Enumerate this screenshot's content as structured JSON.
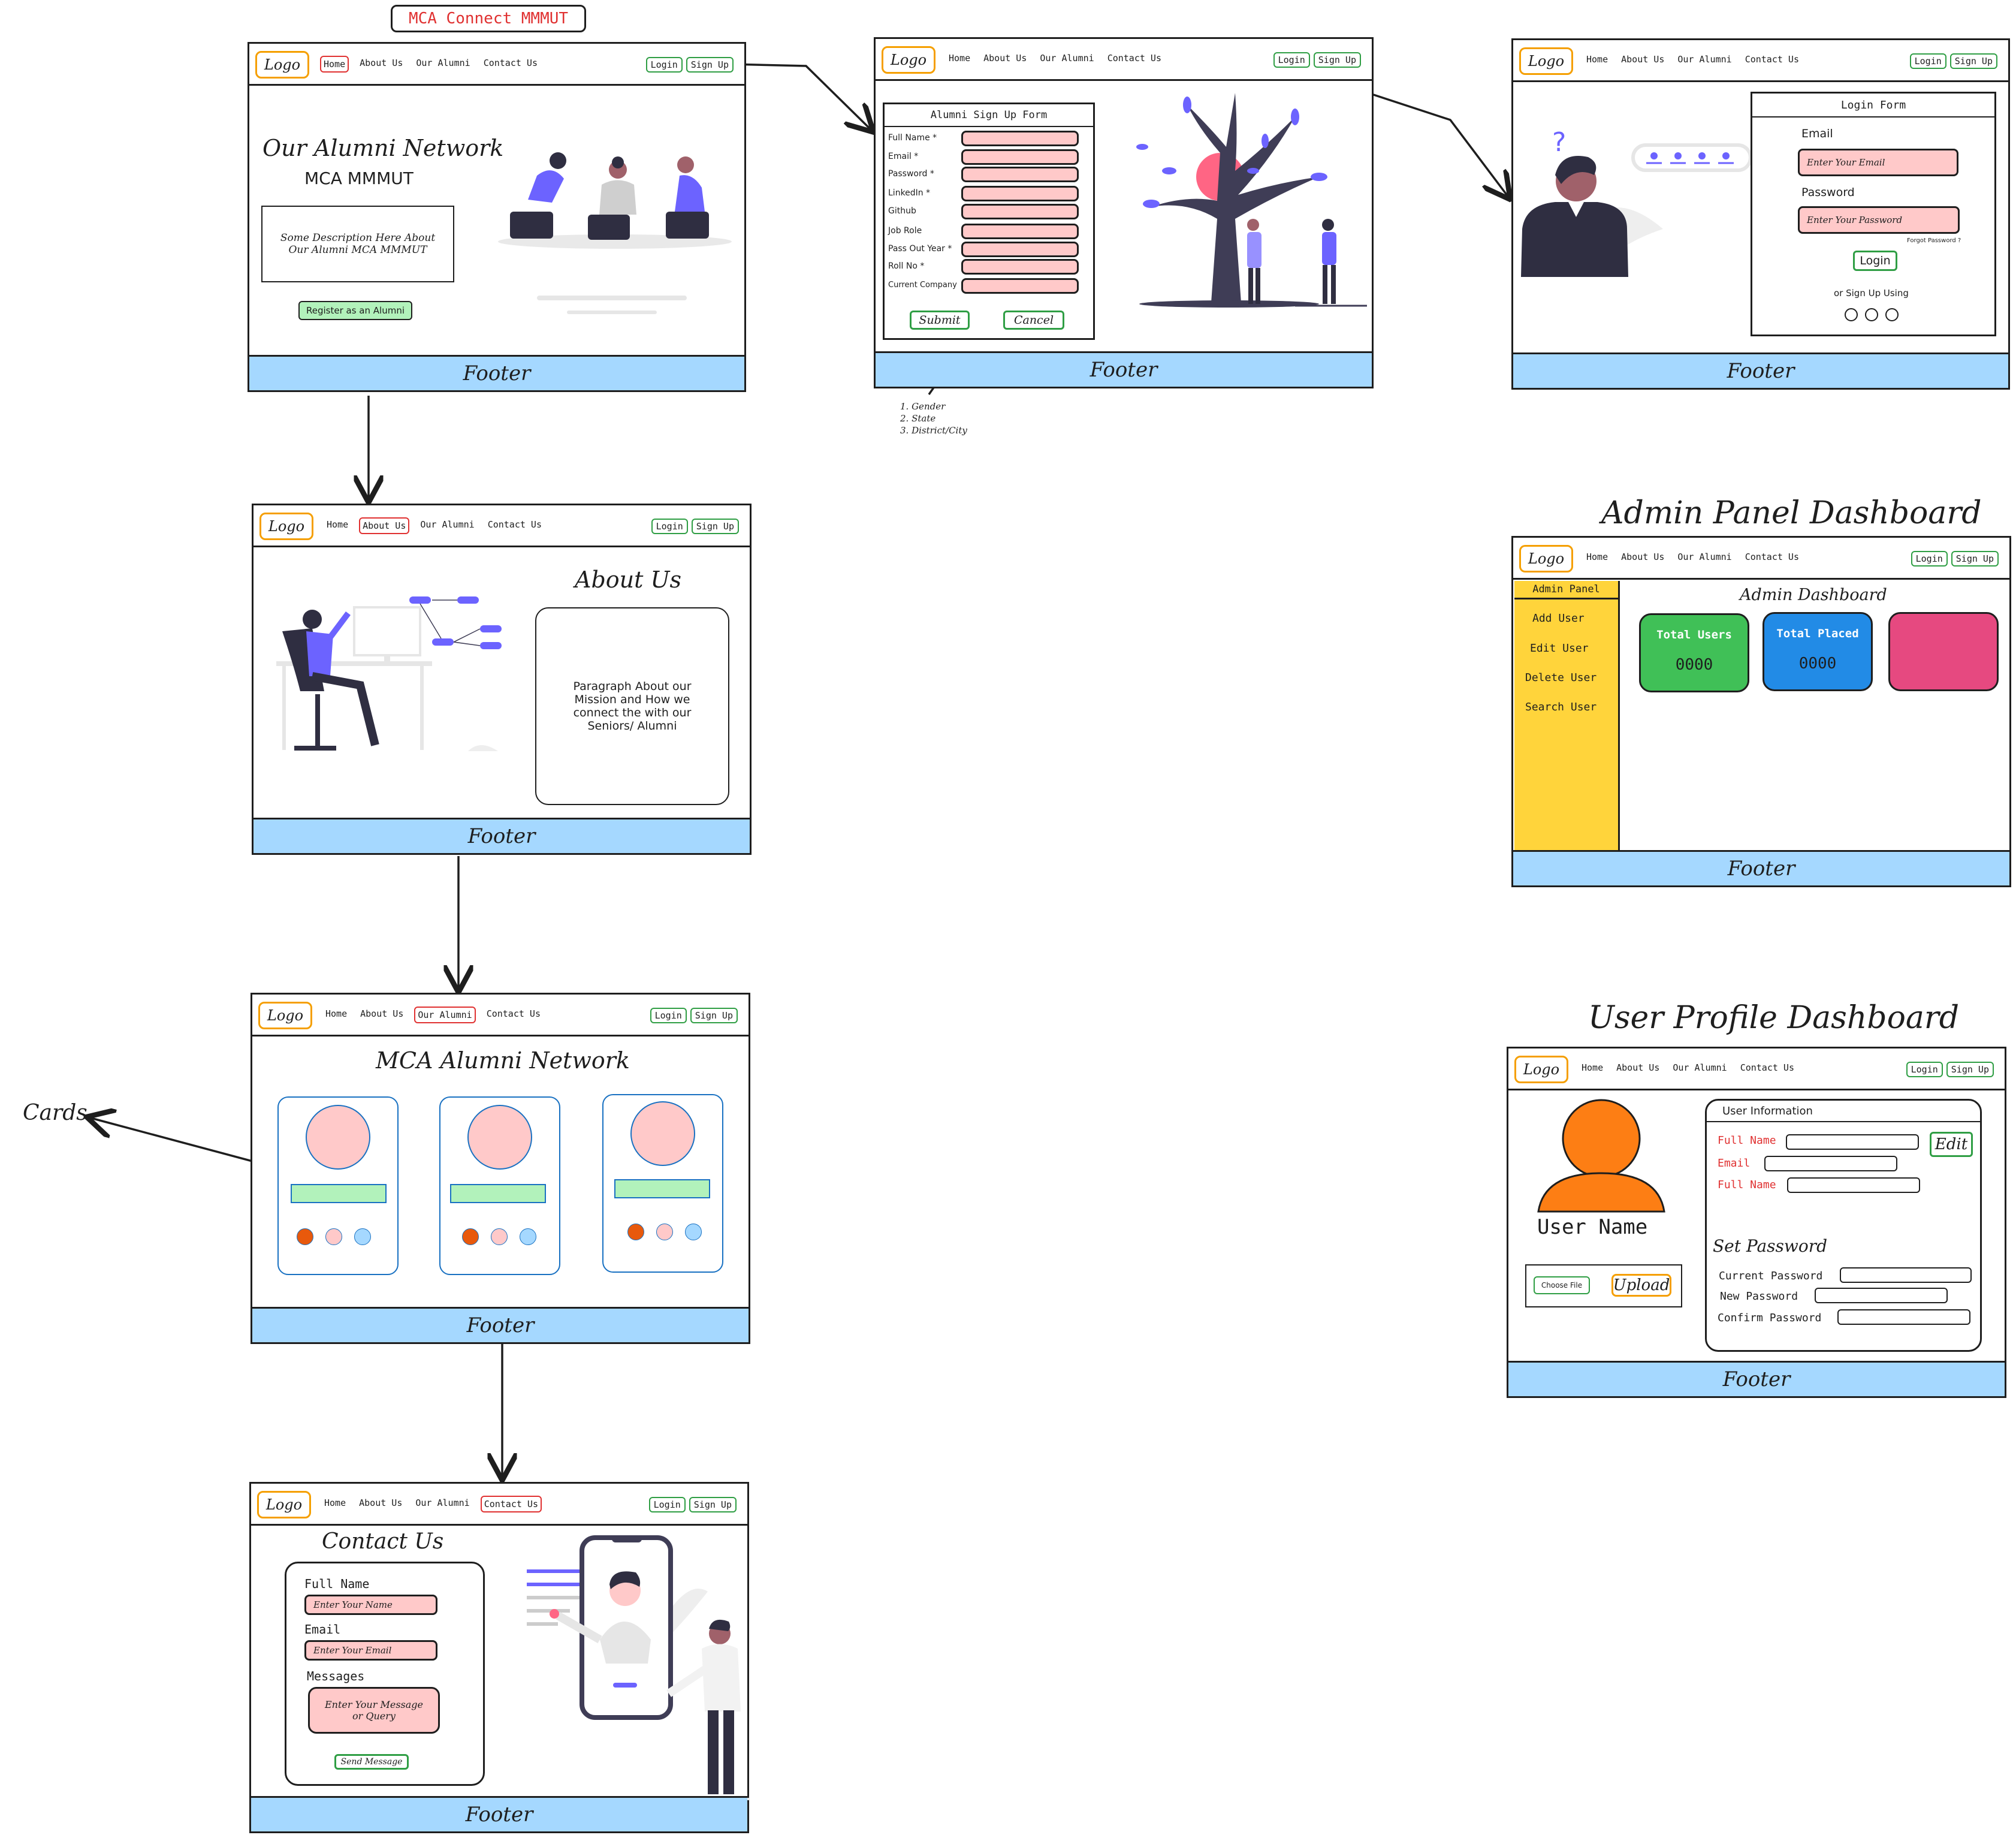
{
  "nav": {
    "logo": "Logo",
    "links": [
      "Home",
      "About Us",
      "Our Alumni",
      "Contact Us"
    ],
    "login": "Login",
    "signup": "Sign Up",
    "footer": "Footer"
  },
  "project_title": "MCA Connect MMMUT",
  "home": {
    "heading": "Our Alumni Network",
    "subheading": "MCA MMMUT",
    "description": "Some Description Here About Our Alumni MCA MMMUT",
    "register_button": "Register as an Alumni"
  },
  "signup_form": {
    "title": "Alumni Sign Up Form",
    "fields": [
      "Full Name *",
      "Email *",
      "Password *",
      "LinkedIn *",
      "Github",
      "Job Role",
      "Pass Out Year *",
      "Roll No *",
      "Current Company"
    ],
    "submit": "Submit",
    "cancel": "Cancel",
    "note_lines": [
      "1. Gender",
      "2. State",
      "3. District/City"
    ]
  },
  "login_form": {
    "title": "Login Form",
    "email_label": "Email",
    "email_placeholder": "Enter Your Email",
    "password_label": "Password",
    "password_placeholder": "Enter Your Password",
    "forgot": "Forgot Password ?",
    "login_button": "Login",
    "alt_signup": "or Sign Up Using"
  },
  "about": {
    "title": "About Us",
    "paragraph": "Paragraph About our Mission and How we connect the with our Seniors/ Alumni"
  },
  "alumni": {
    "title": "MCA Alumni Network",
    "cards_label": "Cards",
    "dot_colors": [
      "#e8590c",
      "#ffc9c9",
      "#a5d8ff"
    ]
  },
  "contact": {
    "title": "Contact Us",
    "full_name_label": "Full Name",
    "name_placeholder": "Enter Your Name",
    "email_label": "Email",
    "email_placeholder": "Enter Your Email",
    "messages_label": "Messages",
    "message_placeholder": "Enter Your Message or Query",
    "send_button": "Send Message"
  },
  "admin": {
    "heading": "Admin Panel Dashboard",
    "sidebar_title": "Admin Panel",
    "menu": [
      "Add User",
      "Edit User",
      "Delete User",
      "Search User"
    ],
    "dashboard_title": "Admin Dashboard",
    "total_users_label": "Total Users",
    "total_users_value": "0000",
    "total_placed_label": "Total Placed",
    "total_placed_value": "0000",
    "colors": {
      "sidebar": "#ffd43b",
      "users": "#40c057",
      "placed": "#228be6",
      "third": "#e64980"
    }
  },
  "profile": {
    "heading": "User Profile Dashboard",
    "user_name": "User Name",
    "choose_file": "Choose File",
    "upload": "Upload",
    "info_title": "User Information",
    "info_fields": [
      "Full Name",
      "Email",
      "Full Name"
    ],
    "edit": "Edit",
    "set_password": "Set Password",
    "password_fields": [
      "Current Password",
      "New Password",
      "Confirm Password"
    ],
    "avatar_color": "#fd7e14"
  }
}
